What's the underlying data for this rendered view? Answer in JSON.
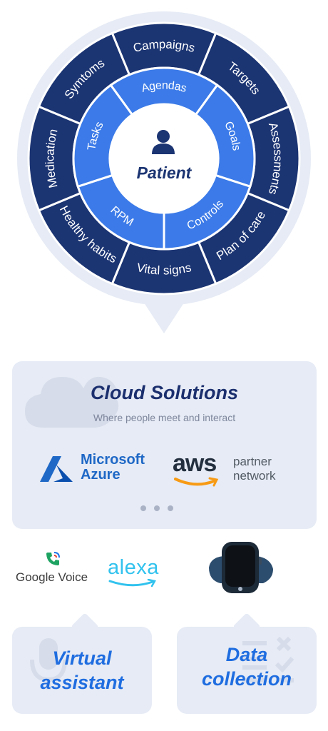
{
  "wheel": {
    "center_label": "Patient",
    "inner_ring": [
      "Agendas",
      "Goals",
      "Controls",
      "RPM",
      "Tasks"
    ],
    "outer_ring": [
      "Campaigns",
      "Targets",
      "Assessments",
      "Plan of care",
      "Vital signs",
      "Healthy habits",
      "Medication",
      "Symtoms"
    ]
  },
  "cloud": {
    "title": "Cloud Solutions",
    "subtitle": "Where people meet and interact",
    "partners": {
      "microsoft_line1": "Microsoft",
      "microsoft_line2": "Azure",
      "aws_word": "aws",
      "aws_line1": "partner",
      "aws_line2": "network"
    }
  },
  "devices": {
    "google_voice": "Google Voice",
    "alexa": "alexa"
  },
  "features": {
    "virtual_line1": "Virtual",
    "virtual_line2": "assistant",
    "data_line1": "Data",
    "data_line2": "collection"
  },
  "colors": {
    "navy": "#1b3472",
    "inner_blue": "#3b7ae8",
    "pale": "#e6ebf5",
    "alexa": "#31c2ee",
    "aws_orange": "#f79a14",
    "google_green": "#1ea362"
  }
}
